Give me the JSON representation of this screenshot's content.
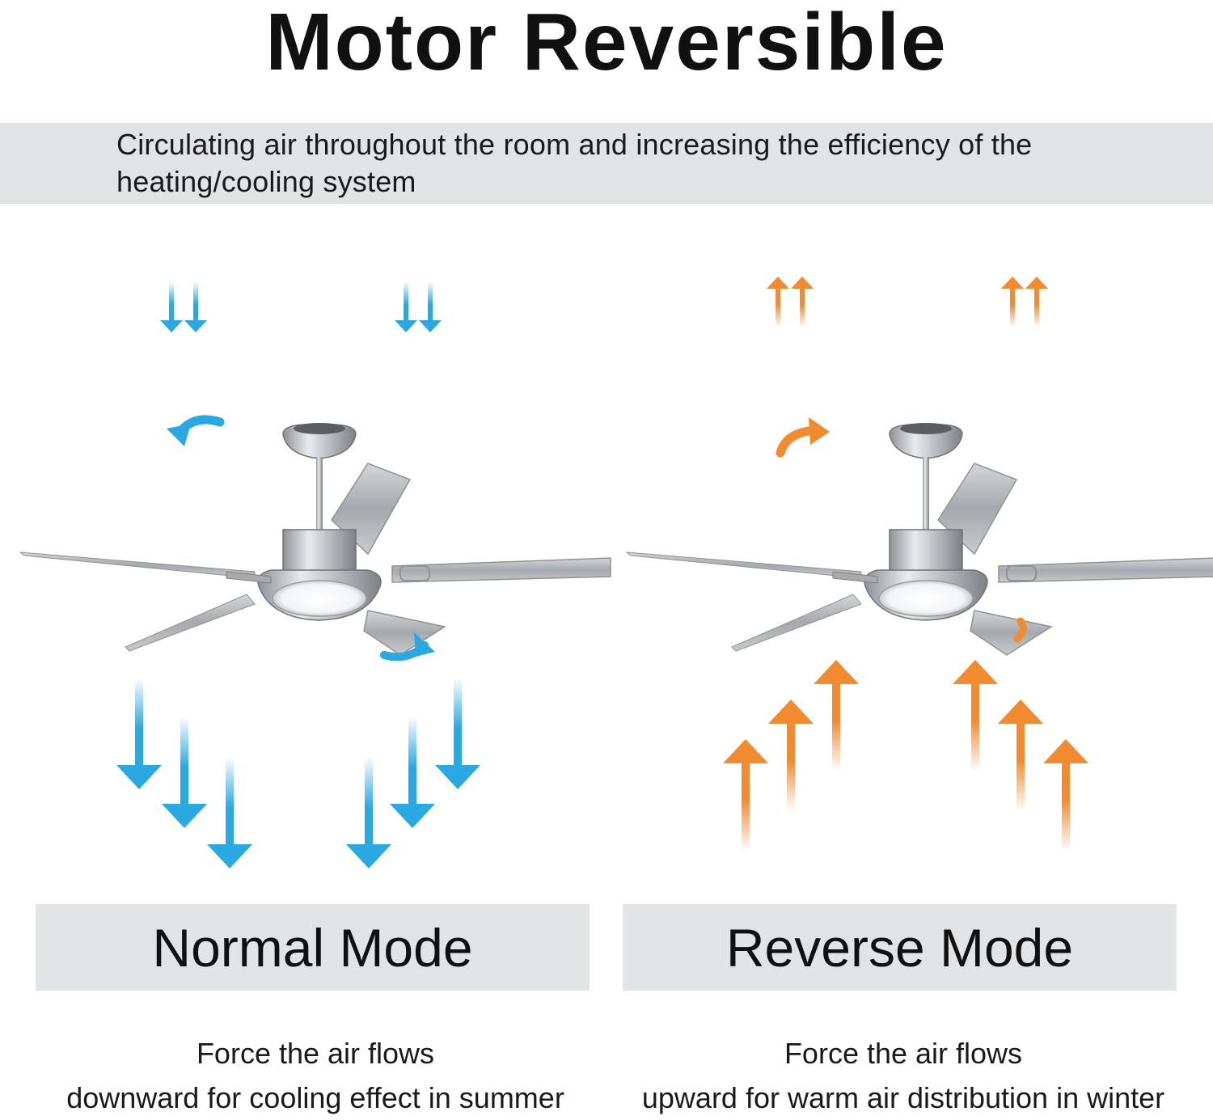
{
  "title": "Motor Reversible",
  "banner": {
    "text": "Circulating air throughout the room and increasing the efficiency of the heating/cooling system"
  },
  "normal_mode": {
    "label": "Normal Mode",
    "desc_line1": "Force the air flows",
    "desc_line2": "downward for cooling effect in summer",
    "arrow_color": "#29a8e2",
    "arrow_icon": "arrow-down-icon",
    "rotation_icon": "rotate-counterclockwise-icon"
  },
  "reverse_mode": {
    "label": "Reverse Mode",
    "desc_line1": "Force the air flows",
    "desc_line2": "upward for warm air distribution in winter",
    "arrow_color": "#f28a30",
    "arrow_icon": "arrow-up-icon",
    "rotation_icon": "rotate-clockwise-icon"
  },
  "colors": {
    "band_gray": "#e2e3e5",
    "fan_steel": "#b9bcc0"
  }
}
